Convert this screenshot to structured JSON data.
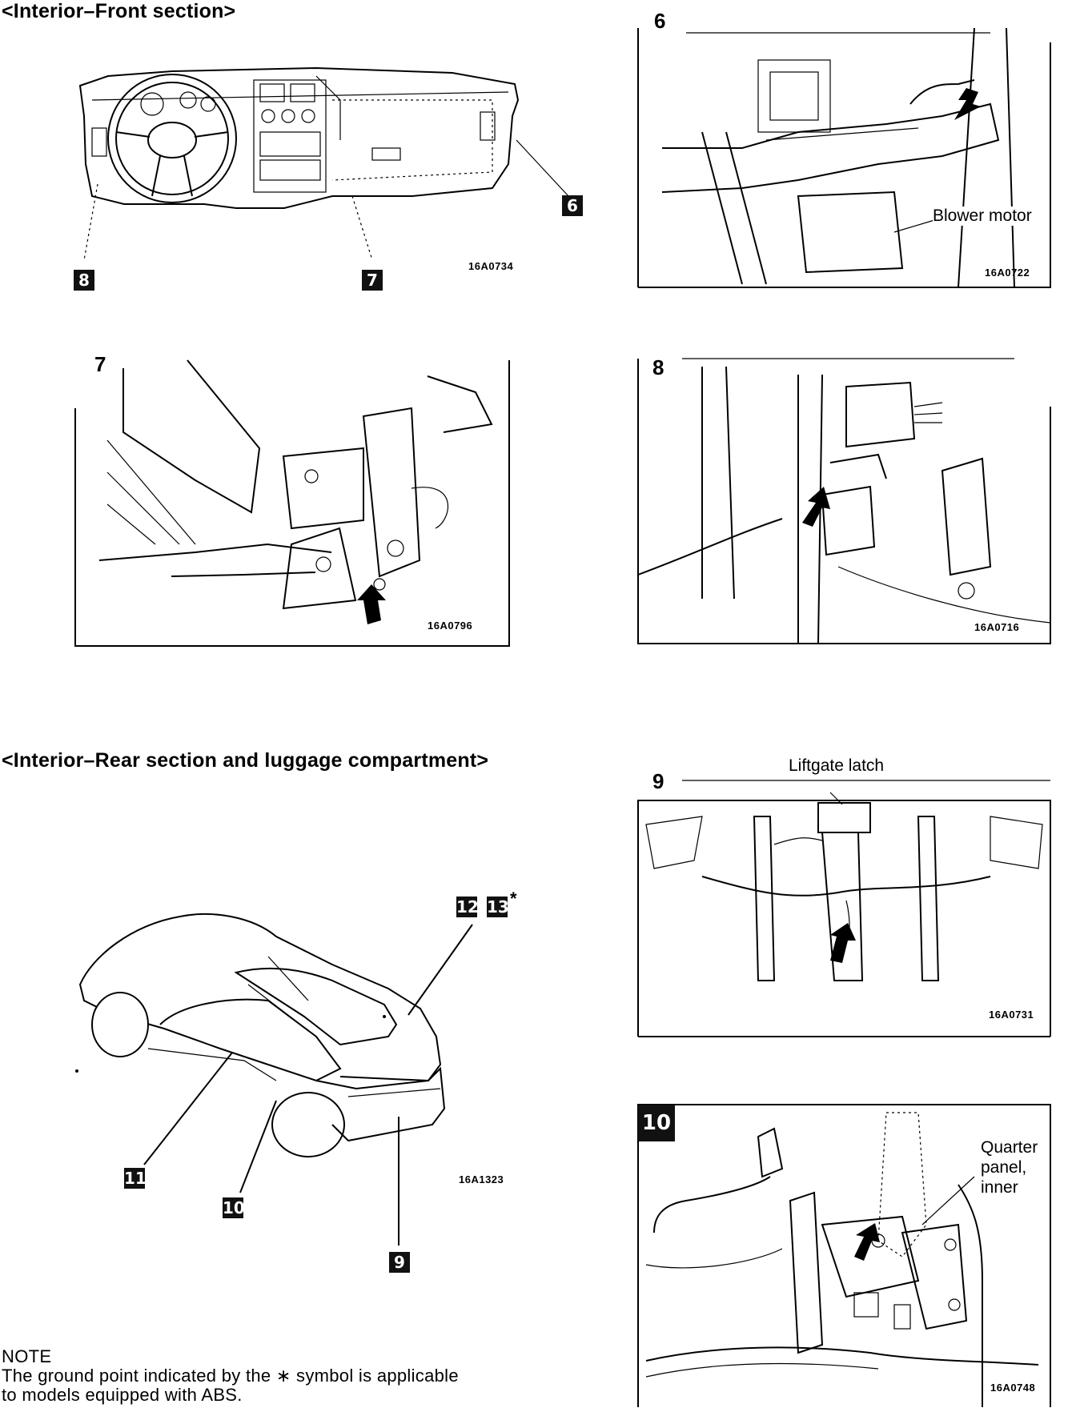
{
  "sections": {
    "front_heading": "<Interior–Front section>",
    "rear_heading": "<Interior–Rear section and luggage compartment>"
  },
  "dashboard": {
    "code": "16A0734",
    "markers": [
      "6",
      "7",
      "8"
    ]
  },
  "car": {
    "code": "16A1323",
    "markers": [
      "12",
      "13",
      "11",
      "10",
      "9"
    ],
    "asterisk": "*"
  },
  "panels": {
    "p6": {
      "number": "6",
      "callout": "Blower motor",
      "code": "16A0722"
    },
    "p7": {
      "number": "7",
      "code": "16A0796"
    },
    "p8": {
      "number": "8",
      "code": "16A0716"
    },
    "p9": {
      "number": "9",
      "callout": "Liftgate latch",
      "code": "16A0731"
    },
    "p10": {
      "number": "10",
      "callout_line1": "Quarter",
      "callout_line2": "panel,",
      "callout_line3": "inner",
      "code": "16A0748"
    }
  },
  "note": {
    "title": "NOTE",
    "line1": "The ground point indicated by the ∗ symbol is applicable",
    "line2": "to models equipped with ABS."
  }
}
